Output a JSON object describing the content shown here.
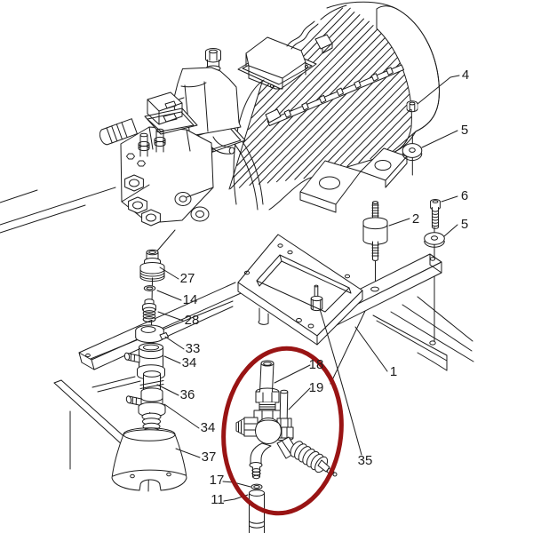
{
  "diagram": {
    "type": "exploded-parts-technical-diagram",
    "subject": "Pressure washer motor and pump assembly with numbered part callouts",
    "background_color": "#ffffff",
    "line_color": "#1c1c1c",
    "highlight_color": "#991414",
    "highlight_note": "dark red ellipse circling the unloader valve assembly (parts 18, 19, 17, 11)"
  },
  "part_labels": [
    {
      "number": "4"
    },
    {
      "number": "5"
    },
    {
      "number": "6"
    },
    {
      "number": "2"
    },
    {
      "number": "5"
    },
    {
      "number": "27"
    },
    {
      "number": "14"
    },
    {
      "number": "28"
    },
    {
      "number": "33"
    },
    {
      "number": "34"
    },
    {
      "number": "36"
    },
    {
      "number": "34"
    },
    {
      "number": "37"
    },
    {
      "number": "17"
    },
    {
      "number": "11"
    },
    {
      "number": "18"
    },
    {
      "number": "19"
    },
    {
      "number": "35"
    },
    {
      "number": "1"
    }
  ]
}
